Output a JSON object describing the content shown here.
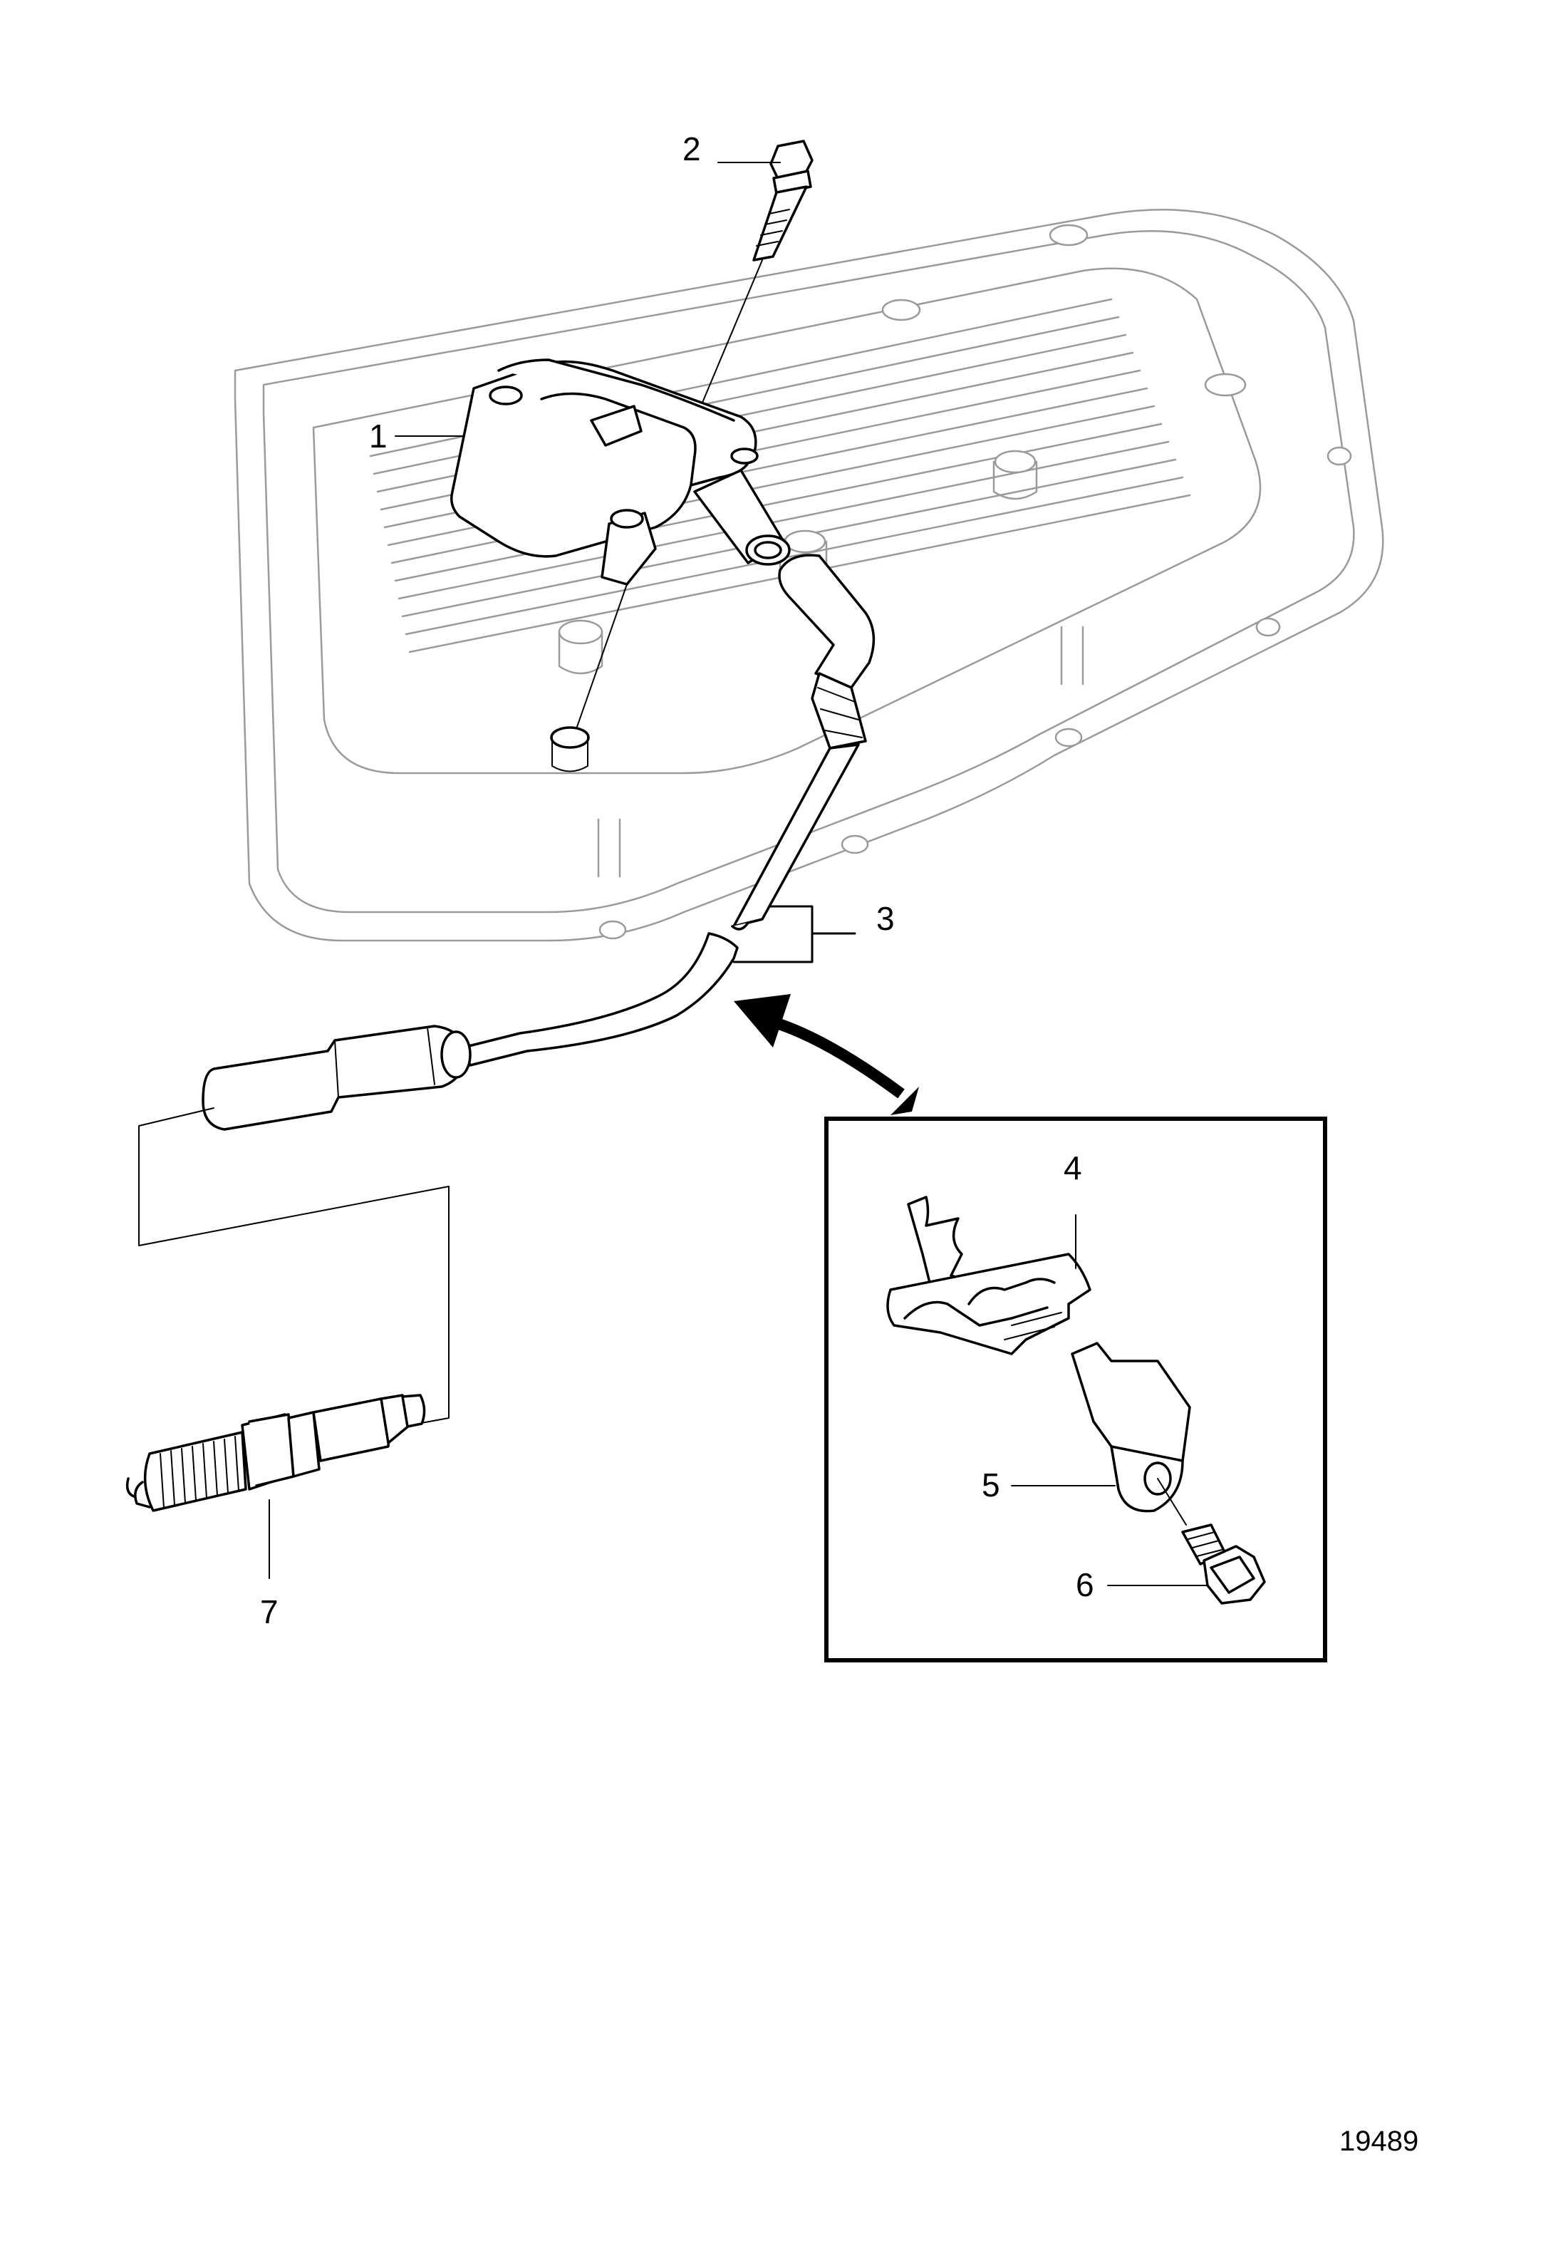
{
  "callouts": {
    "c1": "1",
    "c2": "2",
    "c3": "3",
    "c4": "4",
    "c5": "5",
    "c6": "6",
    "c7": "7"
  },
  "figure_number": "19489",
  "colors": {
    "line": "#000000",
    "background_part": "#9a9a9a",
    "page": "#ffffff"
  }
}
